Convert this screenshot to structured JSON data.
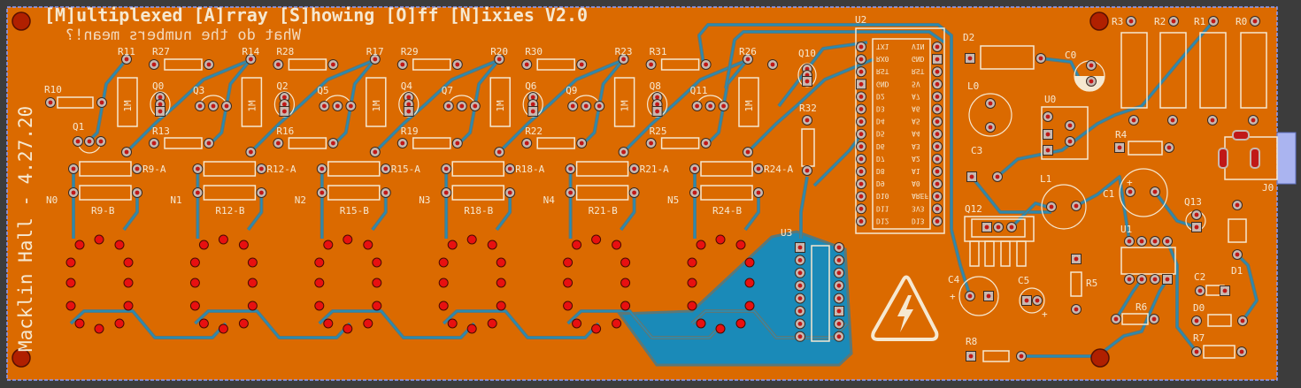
{
  "board": {
    "title": "[M]ultiplexed [A]rray [S]howing [O]ff [N]ixies V2.0",
    "subtitle_mirrored": "What do the numbers mean!?",
    "side_text": "Macklin Hall - 4.27.20"
  },
  "colors": {
    "background": "#3c3c3c",
    "board": "#db6a00",
    "silkscreen": "#f6e8d0",
    "trace_blue": "#1e8fc0",
    "trace_gray": "#5b7878",
    "pad_center": "#c01818",
    "nixie_pad": "#e81010",
    "board_outline": "#8a9cff"
  },
  "groups": [
    {
      "net": "N0",
      "top_res": "R11",
      "h_res": "R27",
      "low_res": "R13",
      "res_a": "R9-A",
      "res_b": "R9-B",
      "q_vert": "Q0",
      "q_horiz": "Q3",
      "value": "1M"
    },
    {
      "net": "N1",
      "top_res": "R14",
      "h_res": "R28",
      "low_res": "R16",
      "res_a": "R12-A",
      "res_b": "R12-B",
      "q_vert": "Q2",
      "q_horiz": "Q5",
      "value": "1M"
    },
    {
      "net": "N2",
      "top_res": "R17",
      "h_res": "R29",
      "low_res": "R19",
      "res_a": "R15-A",
      "res_b": "R15-B",
      "q_vert": "Q4",
      "q_horiz": "Q7",
      "value": "1M"
    },
    {
      "net": "N3",
      "top_res": "R20",
      "h_res": "R30",
      "low_res": "R22",
      "res_a": "R18-A",
      "res_b": "R18-B",
      "q_vert": "Q6",
      "q_horiz": "Q9",
      "value": "1M"
    },
    {
      "net": "N4",
      "top_res": "R23",
      "h_res": "R31",
      "low_res": "R25",
      "res_a": "R21-A",
      "res_b": "R21-B",
      "q_vert": "Q8",
      "q_horiz": "Q11",
      "value": "1M"
    },
    {
      "net": "N5",
      "top_res": "R26",
      "res_a": "R24-A",
      "res_b": "R24-B",
      "value": "1M"
    }
  ],
  "parts": {
    "R10": "R10",
    "Q1": "Q1",
    "Q10": "Q10",
    "R32": "R32",
    "U3": "U3",
    "D2": "D2",
    "C0": "C0",
    "L0": "L0",
    "U0": "U0",
    "C3": "C3",
    "L1": "L1",
    "C1": "C1",
    "Q13": "Q13",
    "D1": "D1",
    "Q12": "Q12",
    "U1": "U1",
    "C2": "C2",
    "D0": "D0",
    "R7": "R7",
    "R6": "R6",
    "R5": "R5",
    "C5": "C5",
    "C4": "C4",
    "R8": "R8",
    "R3": "R3",
    "R2": "R2",
    "R1": "R1",
    "R0": "R0",
    "R4": "R4",
    "J0": "J0"
  },
  "u2": {
    "ref": "U2",
    "left_pins": [
      "TX1",
      "RX0",
      "RST",
      "GND",
      "D2",
      "D3",
      "D4",
      "D5",
      "D6",
      "D7",
      "D8",
      "D9",
      "D10",
      "D11",
      "D12"
    ],
    "right_pins": [
      "VIN",
      "GND",
      "RST",
      "5V",
      "A7",
      "A6",
      "A5",
      "A4",
      "A3",
      "A2",
      "A1",
      "A0",
      "AREF",
      "3V3",
      "D13"
    ]
  }
}
